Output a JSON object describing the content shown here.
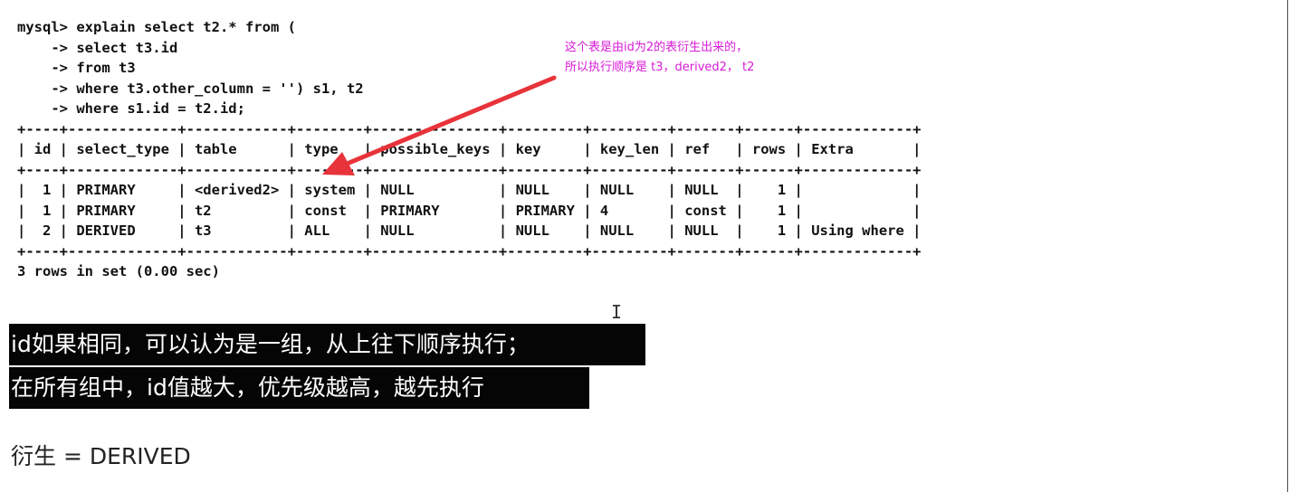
{
  "terminal": {
    "lines": [
      "mysql> explain select t2.* from (",
      "    -> select t3.id",
      "    -> from t3",
      "    -> where t3.other_column = '') s1, t2",
      "    -> where s1.id = t2.id;",
      "+----+-------------+------------+--------+---------------+---------+---------+-------+------+-------------+",
      "| id | select_type | table      | type   | possible_keys | key     | key_len | ref   | rows | Extra       |",
      "+----+-------------+------------+--------+---------------+---------+---------+-------+------+-------------+",
      "|  1 | PRIMARY     | <derived2> | system | NULL          | NULL    | NULL    | NULL  |    1 |             |",
      "|  1 | PRIMARY     | t2         | const  | PRIMARY       | PRIMARY | 4       | const |    1 |             |",
      "|  2 | DERIVED     | t3         | ALL    | NULL          | NULL    | NULL    | NULL  |    1 | Using where |",
      "+----+-------------+------------+--------+---------------+---------+---------+-------+------+-------------+",
      "3 rows in set (0.00 sec)"
    ]
  },
  "annotation": {
    "line1": "这个表是由id为2的表衍生出来的，",
    "line2": "所以执行顺序是 t3，derived2， t2",
    "color": "#d81ad8"
  },
  "arrow_color": "#e8333a",
  "notes": {
    "line1": "id如果相同，可以认为是一组，从上往下顺序执行；",
    "line2": "在所有组中，id值越大，优先级越高，越先执行",
    "derived": "衍生 = DERIVED"
  },
  "cursor_icon": "text-cursor-icon"
}
